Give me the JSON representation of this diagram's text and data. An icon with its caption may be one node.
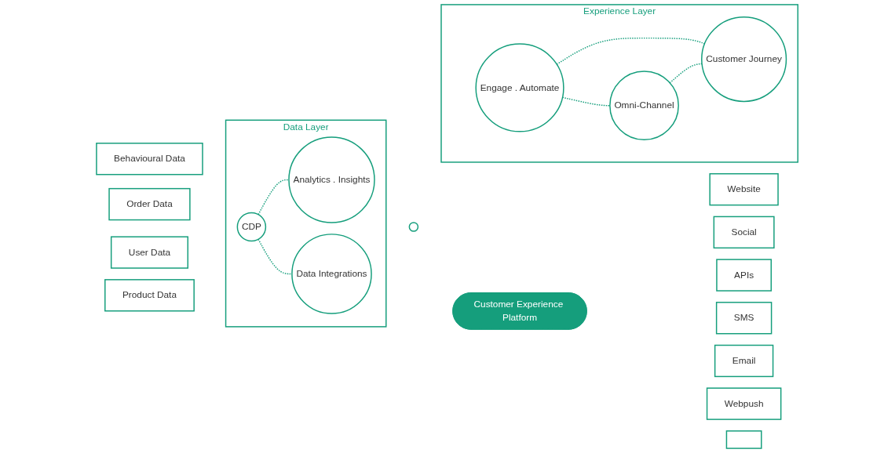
{
  "diagram": {
    "nodes": [
      {
        "text": [
          "Data Layer"
        ]
      },
      {
        "text": [
          "Product Data"
        ]
      },
      {
        "text": [
          "User Data"
        ]
      },
      {
        "text": [
          "Order Data"
        ]
      },
      {
        "text": [
          "Behavioural Data"
        ]
      },
      {
        "text": [
          "CDP"
        ],
        "in": 0
      },
      {
        "text": [
          "Analytics . Insights"
        ],
        "in": 0
      },
      {
        "text": [
          "Data Integrations"
        ],
        "in": 0
      },
      {
        "text": [],
        "shape": "circle"
      },
      {
        "text": [
          "Experience Layer"
        ]
      },
      {
        "text": [
          "Engage . Automate"
        ],
        "in": 9
      },
      {
        "text": [
          "Omni-Channel"
        ],
        "in": 9
      },
      {
        "text": [
          "Customer Journey"
        ],
        "in": 9
      },
      {
        "text": [
          "Website"
        ]
      },
      {
        "text": [
          "Social"
        ]
      },
      {
        "text": [
          "APIs"
        ]
      },
      {
        "text": [
          "SMS"
        ]
      },
      {
        "text": [
          "Email"
        ]
      },
      {
        "text": [
          "Webpush"
        ]
      },
      {
        "text": [],
        "shape": "box"
      },
      {
        "text": [
          "Customer Experience Platform"
        ]
      }
    ],
    "edges": [
      {
        "from": 5,
        "to": 6,
        "arrow": "none",
        "style": "dashed"
      },
      {
        "from": 5,
        "to": 7,
        "arrow": "none",
        "style": "dashed"
      },
      {
        "from": 10,
        "to": 11,
        "arrow": "none",
        "style": "dashed"
      },
      {
        "from": 11,
        "to": 12,
        "arrow": "none",
        "style": "dashed"
      },
      {
        "from": 10,
        "to": 12,
        "arrow": "none",
        "style": "dashed"
      }
    ]
  }
}
